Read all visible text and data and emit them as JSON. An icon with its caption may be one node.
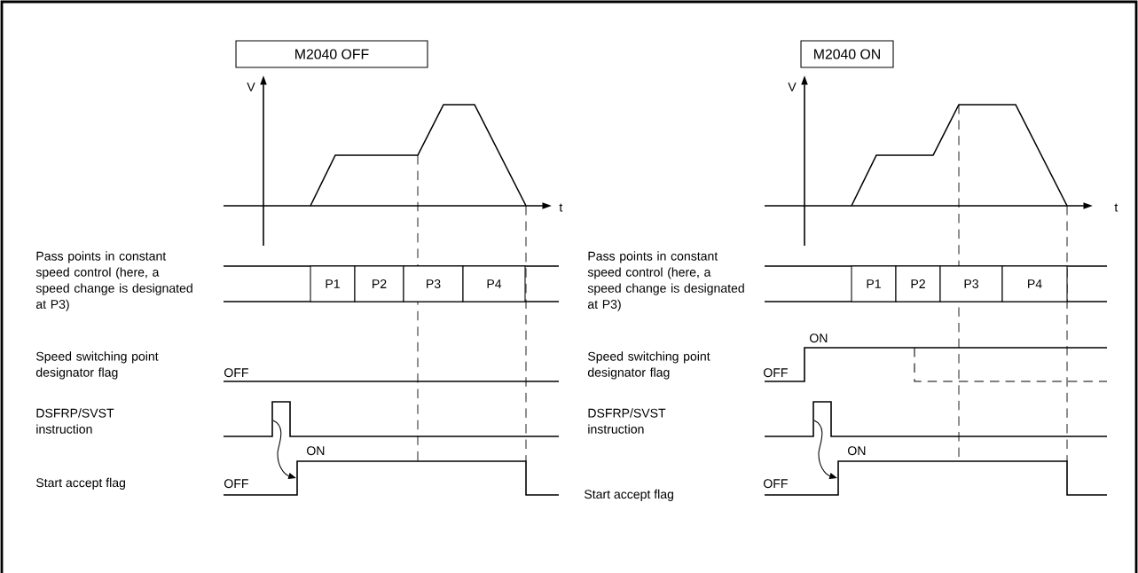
{
  "diagram": {
    "nodes": [
      {
        "text": [
          "M2040 OFF"
        ]
      },
      {
        "text": [
          "P1"
        ]
      },
      {
        "text": [
          "P2"
        ]
      },
      {
        "text": [
          "P3"
        ]
      },
      {
        "text": [
          "P4"
        ]
      },
      {
        "text": [
          "M2040 ON"
        ]
      },
      {
        "text": [
          "P1"
        ]
      },
      {
        "text": [
          "P2"
        ]
      },
      {
        "text": [
          "P3"
        ]
      },
      {
        "text": [
          "P4"
        ]
      }
    ],
    "labels": [
      "V",
      "t",
      "Pass points in constant speed control (here, a speed change is designated at P3)",
      "Speed switching point designator flag",
      "OFF",
      "DSFRP/SVST instruction",
      "ON",
      "Start accept flag",
      "OFF",
      "V",
      "t",
      "Pass points in constant speed control (here, a speed change is designated at P3)",
      "ON",
      "Speed switching point designator flag",
      "OFF",
      "DSFRP/SVST instruction",
      "ON",
      "Start accept flag",
      "OFF"
    ]
  }
}
